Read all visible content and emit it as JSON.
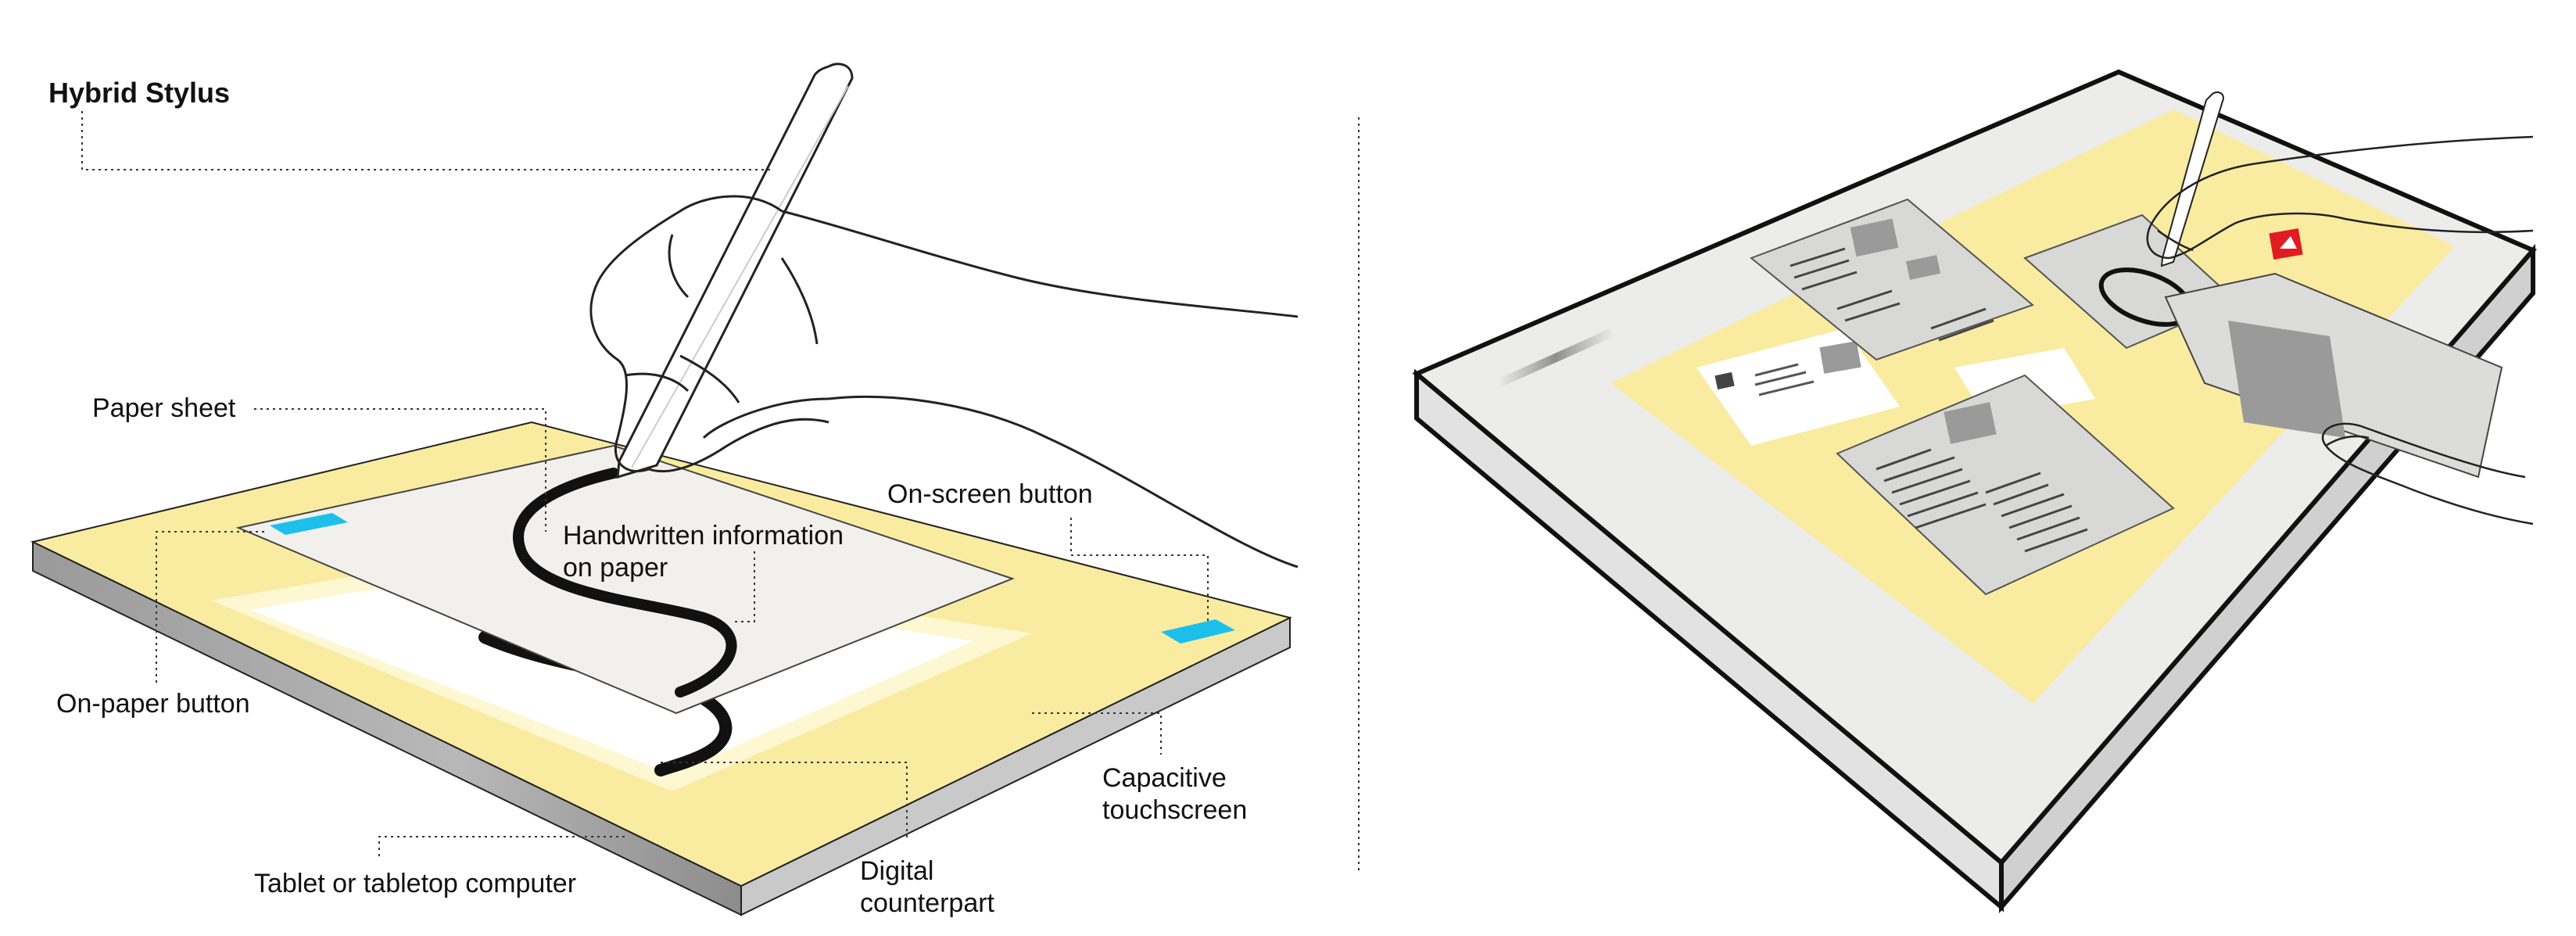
{
  "title": "Hybrid Stylus",
  "labels": {
    "paper_sheet": "Paper sheet",
    "handwritten_line1": "Handwritten information",
    "handwritten_line2": "on paper",
    "on_screen_button": "On-screen button",
    "on_paper_button": "On-paper button",
    "capacitive_line1": "Capacitive",
    "capacitive_line2": "touchscreen",
    "tablet": "Tablet or tabletop computer",
    "digital_line1": "Digital",
    "digital_line2": "counterpart"
  },
  "colors": {
    "screen_yellow": "#f9eca0",
    "paper": "#f1f0ec",
    "digital_white": "#ffffff",
    "button_cyan": "#1cc0ea",
    "device_side": "#a6a6a6",
    "doc_gray": "#d8d8d6",
    "red_icon": "#e21b22"
  }
}
